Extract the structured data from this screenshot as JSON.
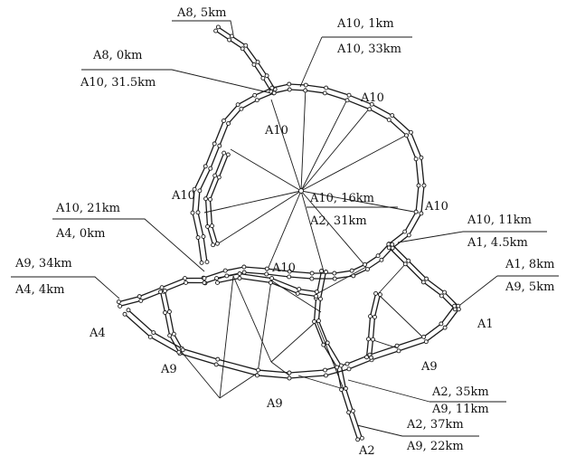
{
  "diagram": {
    "annotations": {
      "a8_5km": "A8, 5km",
      "a10_1km": "A10, 1km",
      "a10_33km": "A10, 33km",
      "a8_0km": "A8, 0km",
      "a10_31_5km": "A10, 31.5km",
      "a10_16km": "A10, 16km",
      "a2_31km": "A2, 31km",
      "a10_21km": "A10, 21km",
      "a4_0km": "A4, 0km",
      "a10_11km": "A10, 11km",
      "a1_4_5km": "A1, 4.5km",
      "a9_34km": "A9, 34km",
      "a4_4km": "A4, 4km",
      "a1_8km": "A1, 8km",
      "a9_5km": "A9, 5km",
      "a2_35km": "A2, 35km",
      "a9_11km": "A9, 11km",
      "a2_37km": "A2, 37km",
      "a9_22km": "A9, 22km"
    },
    "roads": {
      "a10_top": "A10",
      "a10_center": "A10",
      "a10_left": "A10",
      "a10_right": "A10",
      "a10_inner": "A10",
      "a4": "A4",
      "a1": "A1",
      "a9_left": "A9",
      "a9_bottom": "A9",
      "a9_right": "A9",
      "a2": "A2"
    }
  }
}
